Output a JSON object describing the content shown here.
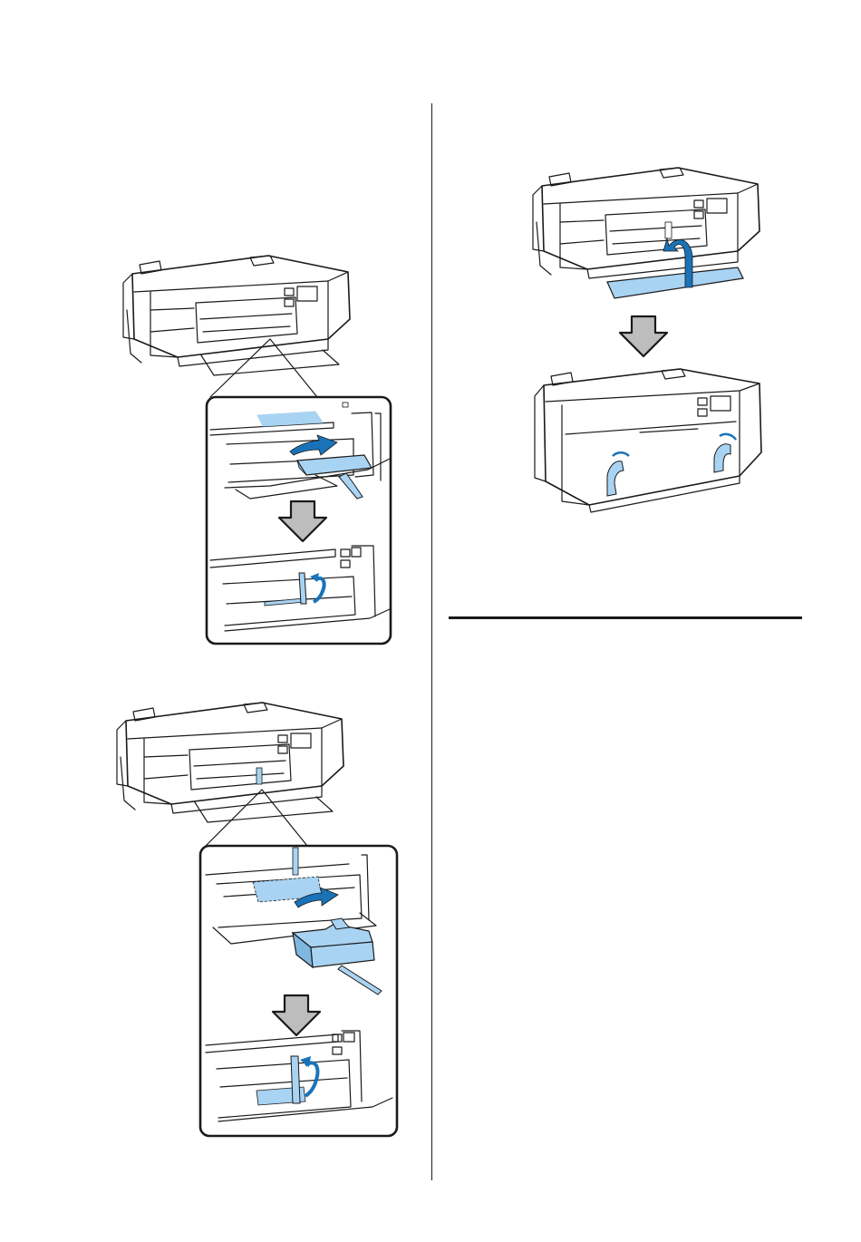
{
  "colors": {
    "highlight_blue": "#a9d3f2",
    "arrow_blue": "#1a73b8",
    "down_arrow_gray": "#bdbdbd",
    "outline": "#1a1a1a"
  },
  "figures": [
    {
      "name": "figure-1",
      "description_icons": [
        "printer-icon",
        "protective-material-icon",
        "curved-arrow-icon",
        "down-arrow-icon"
      ]
    },
    {
      "name": "figure-2",
      "description_icons": [
        "printer-icon",
        "protective-block-icon",
        "curved-arrow-icon",
        "down-arrow-icon"
      ]
    },
    {
      "name": "figure-3",
      "description_icons": [
        "printer-icon",
        "front-tray-icon",
        "tape-icon",
        "down-arrow-icon"
      ]
    }
  ]
}
